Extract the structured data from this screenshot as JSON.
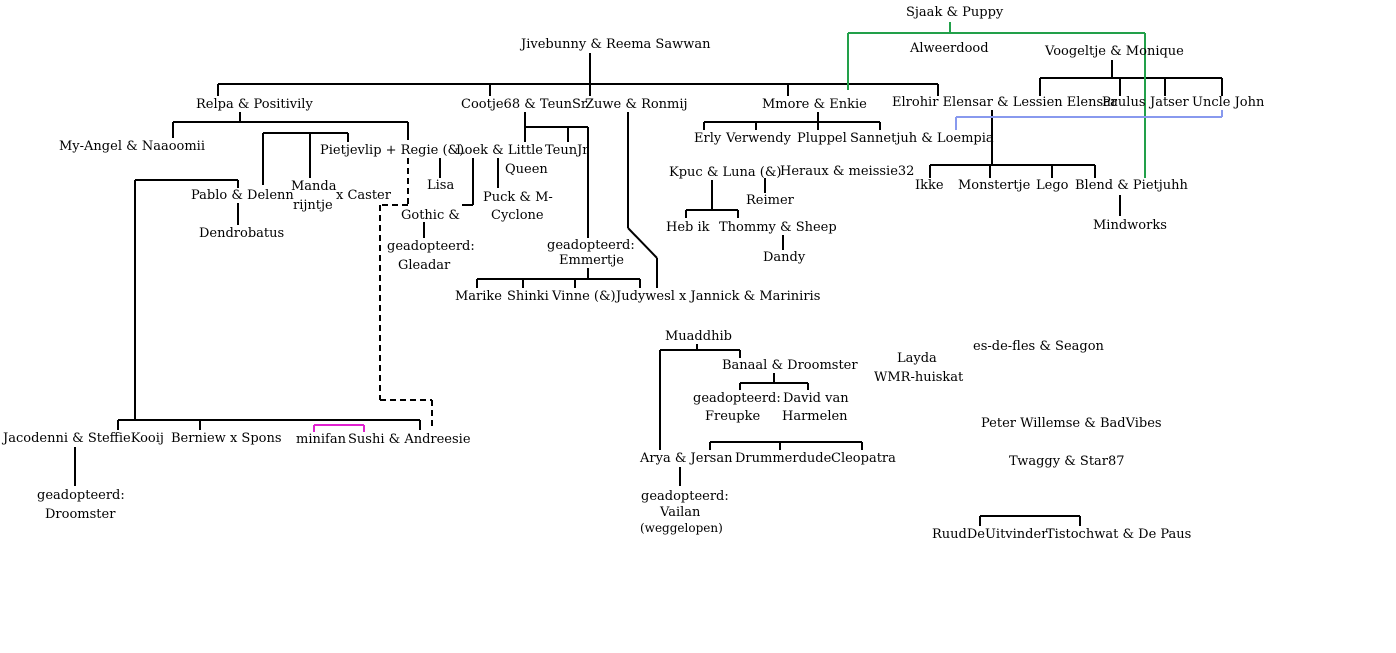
{
  "colors": {
    "line": "#000000",
    "green_link": "#22a04a",
    "blue_link": "#8899ee",
    "magenta_link": "#e020d0"
  },
  "labels": {
    "sjaak_puppy": "Sjaak & Puppy",
    "alweerdood": "Alweerdood",
    "vogeltje_monique": "Voogeltje & Monique",
    "jivebunny_reema": "Jivebunny & Reema Sawwan",
    "relpa_positivily": "Relpa & Positivily",
    "cootje_teunsr": "Cootje68 & TeunSr",
    "zuwe_ronmij": "Zuwe & Ronmij",
    "mmore_enkie": "Mmore & Enkie",
    "elrohir_lessien": "Elrohir Elensar & Lessien Elensar",
    "paulus": "Paulus",
    "jatser": "Jatser",
    "uncle_john": "Uncle John",
    "my_angel_naaoomii": "My-Angel  & Naaoomii",
    "pietjevlip_regie": "Pietjevlip + Regie (&)",
    "loek_little": "Loek & Little",
    "queen": "Queen",
    "teunjr": "TeunJr",
    "erly": "Erly",
    "verwendy": "Verwendy",
    "pluppel": "Pluppel",
    "sannetjuh_loempia": "Sannetjuh & Loempia",
    "kpuc_luna": "Kpuc & Luna (&)",
    "heraux_meissie": "Heraux & meissie32",
    "pablo_delenn": "Pablo & Delenn",
    "manda": "Manda",
    "rijntje": "rijntje",
    "x_caster": "x Caster",
    "lisa": "Lisa",
    "puck": "Puck & M-",
    "cyclone": "Cyclone",
    "reimer": "Reimer",
    "ikke": "Ikke",
    "monstertje": "Monstertje",
    "lego": "Lego",
    "blend_pietjuhh": "Blend & Pietjuhh",
    "gothic": "Gothic &",
    "dendrobatus": "Dendrobatus",
    "heb_ik": "Heb ik",
    "thommy_sheep": "Thommy & Sheep",
    "mindworks": "Mindworks",
    "geadopteerd_1": "geadopteerd:",
    "gleadar": "Gleadar",
    "geadopteerd_2": "geadopteerd:",
    "emmertje": "Emmertje",
    "dandy": "Dandy",
    "marike": "Marike",
    "shinki": "Shinki",
    "vinne": "Vinne (&)",
    "judywesl": "Judywesl x Jannick & Mariniris",
    "muaddhib": "Muaddhib",
    "banaal_droomster": "Banaal & Droomster",
    "layda": "Layda",
    "wmr_huiskat": "WMR-huiskat",
    "es_de_fles": "es-de-fles & Seagon",
    "geadopteerd_3": "geadopteerd:",
    "freupke": "Freupke",
    "david_van": "David van",
    "harmelen": "Harmelen",
    "peter_badvibes": "Peter Willemse & BadVibes",
    "jacodenni": "Jacodenni & SteffieKooij",
    "berniew": "Berniew x Spons",
    "minifan": "minifan",
    "sushi": "Sushi & Andreesie",
    "arya_jersan": "Arya & Jersan",
    "drummerdude": "Drummerdude",
    "cleopatra": "Cleopatra",
    "twaggy": "Twaggy & Star87",
    "geadopteerd_4": "geadopteerd:",
    "droomster": "Droomster",
    "geadopteerd_5": "geadopteerd:",
    "vailan": "Vailan",
    "weggelopen": "(weggelopen)",
    "ruud": "RuudDeUitvinder",
    "tistochwat": "Tistochwat & De Paus"
  }
}
